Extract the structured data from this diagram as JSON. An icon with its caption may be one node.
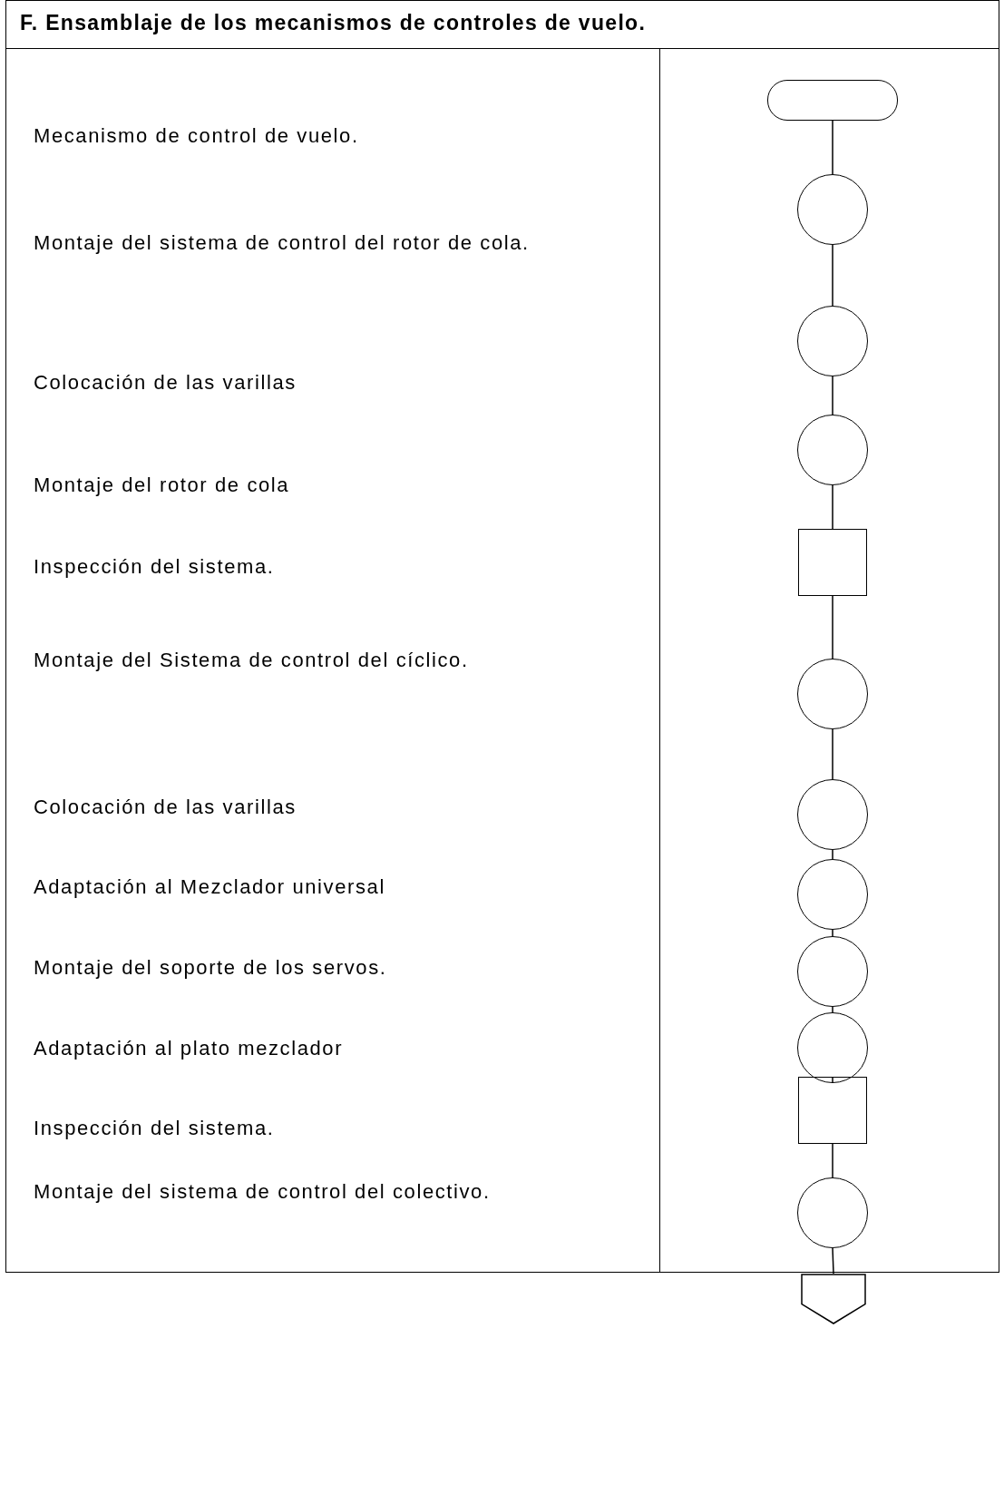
{
  "diagram": {
    "title": "F. Ensamblaje de los mecanismos de controles de vuelo.",
    "nodes": [
      {
        "text": [],
        "shape": "terminal"
      },
      {
        "text": [],
        "shape": "circle"
      },
      {
        "text": [],
        "shape": "circle"
      },
      {
        "text": [],
        "shape": "circle"
      },
      {
        "text": [],
        "shape": "box"
      },
      {
        "text": [],
        "shape": "circle"
      },
      {
        "text": [],
        "shape": "circle"
      },
      {
        "text": [],
        "shape": "circle"
      },
      {
        "text": [],
        "shape": "circle"
      },
      {
        "text": [],
        "shape": "circle"
      },
      {
        "text": [],
        "shape": "box"
      },
      {
        "text": [],
        "shape": "circle"
      },
      {
        "text": [],
        "shape": "pentagon"
      }
    ],
    "edges": [
      {
        "from": 0,
        "to": 1,
        "arrow": "none"
      },
      {
        "from": 1,
        "to": 2,
        "arrow": "none"
      },
      {
        "from": 2,
        "to": 3,
        "arrow": "none"
      },
      {
        "from": 3,
        "to": 4,
        "arrow": "none"
      },
      {
        "from": 4,
        "to": 5,
        "arrow": "none"
      },
      {
        "from": 5,
        "to": 6,
        "arrow": "none"
      },
      {
        "from": 6,
        "to": 7,
        "arrow": "none"
      },
      {
        "from": 7,
        "to": 8,
        "arrow": "none"
      },
      {
        "from": 8,
        "to": 9,
        "arrow": "none"
      },
      {
        "from": 9,
        "to": 10,
        "arrow": "none"
      },
      {
        "from": 10,
        "to": 11,
        "arrow": "none"
      },
      {
        "from": 11,
        "to": 12,
        "arrow": "none"
      }
    ],
    "labels": [
      "Mecanismo de control de vuelo.",
      "Montaje del sistema de control del rotor de cola.",
      "Colocación de las varillas",
      "Montaje del rotor de cola",
      "Inspección del sistema.",
      "Montaje del Sistema de control del cíclico.",
      "Colocación de las varillas",
      "Adaptación al Mezclador universal",
      "Montaje del soporte de los servos.",
      "Adaptación al plato mezclador",
      "Inspección del sistema.",
      "Montaje del sistema de control del colectivo."
    ]
  }
}
